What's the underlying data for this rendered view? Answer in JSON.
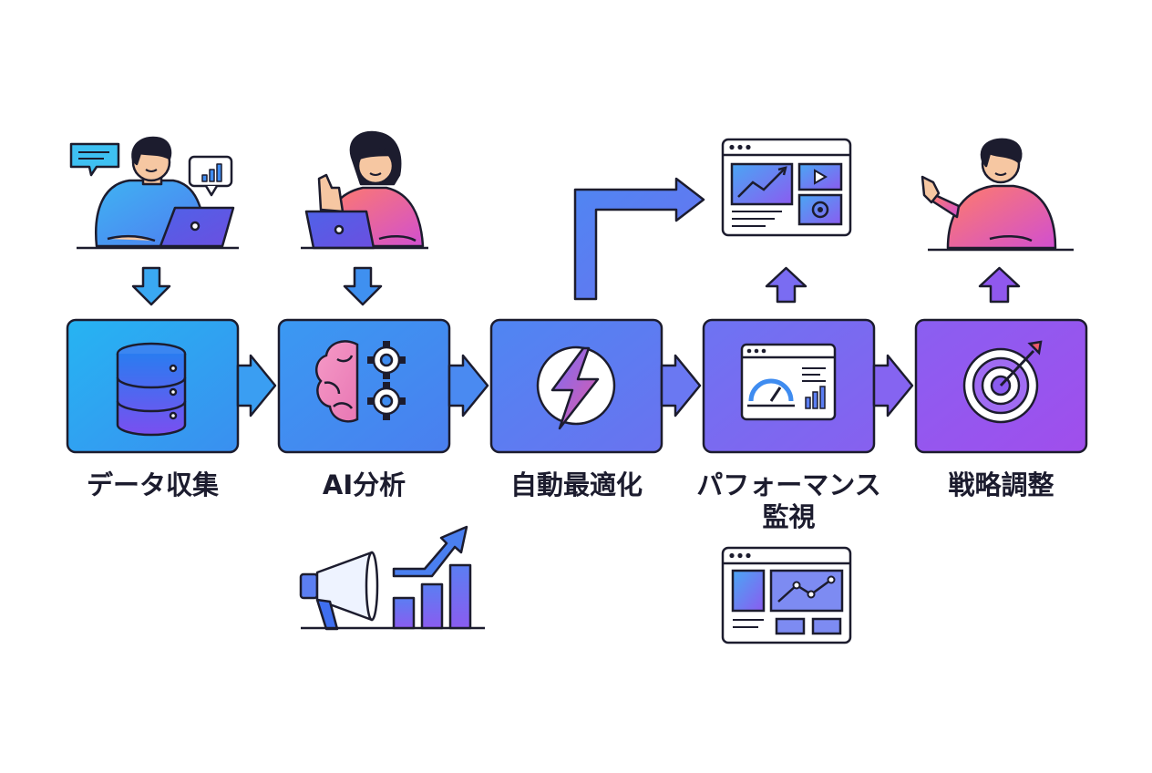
{
  "steps": [
    {
      "label": "データ収集",
      "icon": "database-icon",
      "color": "#2fa4ee"
    },
    {
      "label": "AI分析",
      "icon": "brain-gears-icon",
      "color": "#3f8cf0"
    },
    {
      "label": "自動最適化",
      "icon": "lightning-icon",
      "color": "#5a7cf2"
    },
    {
      "label_line1": "パフォーマンス",
      "label_line2": "監視",
      "icon": "dashboard-gauge-icon",
      "color": "#7a6cf2"
    },
    {
      "label": "戦略調整",
      "icon": "target-icon",
      "color": "#9353ee"
    }
  ],
  "illustrations": {
    "person_laptop_chat": "person-laptop-icon",
    "woman_laptop": "woman-laptop-icon",
    "dashboard_window": "analytics-window-icon",
    "presenter": "presenter-icon",
    "megaphone_growth": "megaphone-growth-icon",
    "line_chart_window": "line-chart-window-icon"
  },
  "colors": {
    "outline": "#1c1c2e",
    "blue": "#2fa4ee",
    "purple": "#9353ee",
    "skin": "#f6c7a2",
    "hair": "#1c1c2e",
    "pink": "#f06a9a"
  }
}
